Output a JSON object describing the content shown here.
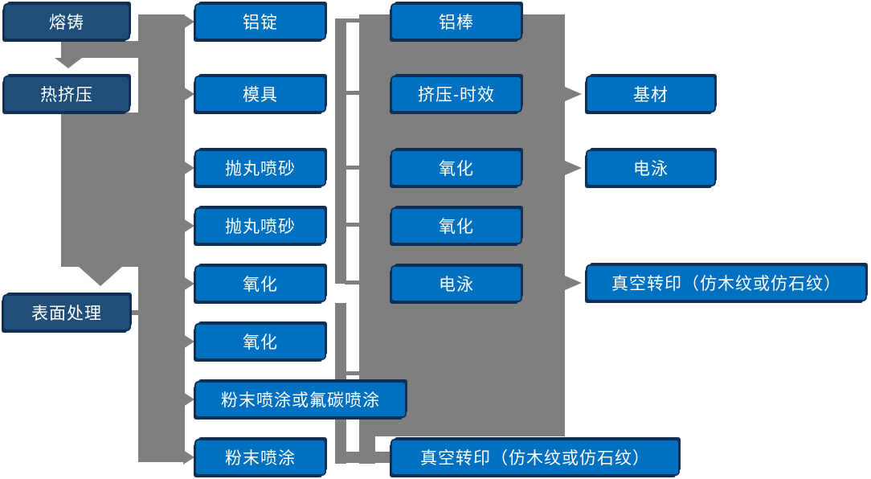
{
  "diagram": {
    "type": "process-flowchart",
    "topic": "aluminum profile production flow"
  },
  "nodes": {
    "melting": "熔铸",
    "hot_extrusion": "热挤压",
    "surface_treatment": "表面处理",
    "aluminum_ingot": "铝锭",
    "mold": "模具",
    "shot_blasting_1": "抛丸喷砂",
    "shot_blasting_2": "抛丸喷砂",
    "oxidation_1": "氧化",
    "oxidation_2": "氧化",
    "powder_or_fluorocarbon": "粉末喷涂或氟碳喷涂",
    "powder_coating": "粉末喷涂",
    "aluminum_rod": "铝棒",
    "extrusion_aging": "挤压-时效",
    "oxidation_3": "氧化",
    "oxidation_4": "氧化",
    "electrophoresis_1": "电泳",
    "vacuum_transfer_1": "真空转印（仿木纹或仿石纹）",
    "base_material": "基材",
    "electrophoresis_2": "电泳",
    "vacuum_transfer_2": "真空转印（仿木纹或仿石纹）"
  },
  "edges": [
    "melting -> hot_extrusion",
    "hot_extrusion -> surface_treatment",
    "left_trunk -> aluminum_ingot",
    "left_trunk -> mold",
    "left_trunk -> shot_blasting_1",
    "left_trunk -> shot_blasting_2",
    "left_trunk -> oxidation_1",
    "left_trunk -> oxidation_2",
    "left_trunk -> powder_or_fluorocarbon",
    "left_trunk -> powder_coating",
    "surface_treatment -> left_trunk",
    "middle_trunk -> column3_container (rows 1,2,3,4,5,7)",
    "column3_container -> base_material",
    "column3_container -> electrophoresis_2",
    "column3_container -> vacuum_transfer_2",
    "column3_container -> vacuum_transfer_1"
  ],
  "colors": {
    "primary_blue": "#0070C0",
    "dark_blue": "#1F4E79",
    "connector_gray": "#7F7F7F",
    "outline_navy": "#122F54",
    "text_white": "#FFFFFF"
  }
}
